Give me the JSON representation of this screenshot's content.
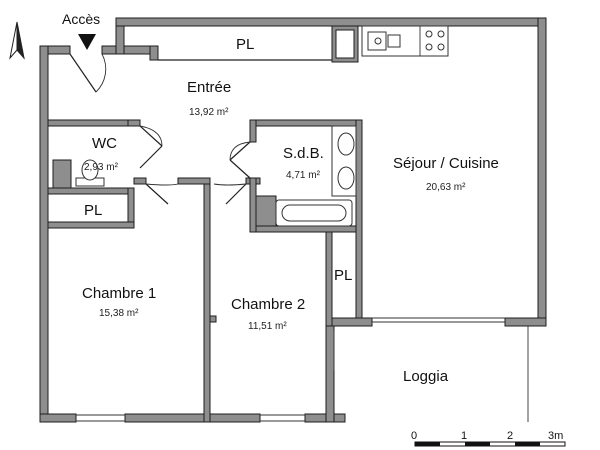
{
  "access_label": "Accès",
  "rooms": {
    "entree": {
      "name": "Entrée",
      "area": "13,92 m²"
    },
    "wc": {
      "name": "WC",
      "area": "2,93 m²"
    },
    "sdb": {
      "name": "S.d.B.",
      "area": "4,71 m²"
    },
    "sejour": {
      "name": "Séjour / Cuisine",
      "area": "20,63 m²"
    },
    "chambre1": {
      "name": "Chambre 1",
      "area": "15,38 m²"
    },
    "chambre2": {
      "name": "Chambre 2",
      "area": "11,51 m²"
    },
    "loggia": {
      "name": "Loggia"
    }
  },
  "closets": {
    "top": "PL",
    "wc_below": "PL",
    "sdb_below": "PL"
  },
  "scale": {
    "ticks": [
      "0",
      "1",
      "2",
      "3m"
    ]
  },
  "colors": {
    "wall": "#8e8e8e",
    "background": "#ffffff"
  },
  "icons": [
    "north-arrow-icon",
    "entry-arrow-icon"
  ]
}
